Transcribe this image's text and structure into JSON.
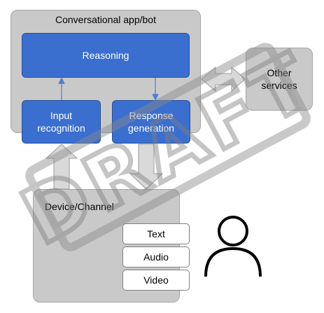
{
  "app": {
    "title": "Conversational app/bot"
  },
  "reasoning": {
    "label": "Reasoning"
  },
  "input_recognition": {
    "label": "Input\nrecognition"
  },
  "response_generation": {
    "label": "Response\ngeneration"
  },
  "other_services": {
    "label": "Other\nservices"
  },
  "device_channel": {
    "title": "Device/Channel",
    "modalities": [
      "Text",
      "Audio",
      "Video"
    ]
  },
  "watermark": {
    "text": "DRAFT"
  },
  "colors": {
    "box_blue": "#3a6fd0",
    "panel_gray": "#c9c9c9",
    "arrow_gray": "#d9d9d9",
    "connector_blue": "#4a7fd8"
  },
  "icons": {
    "user": "person-outline-icon"
  }
}
